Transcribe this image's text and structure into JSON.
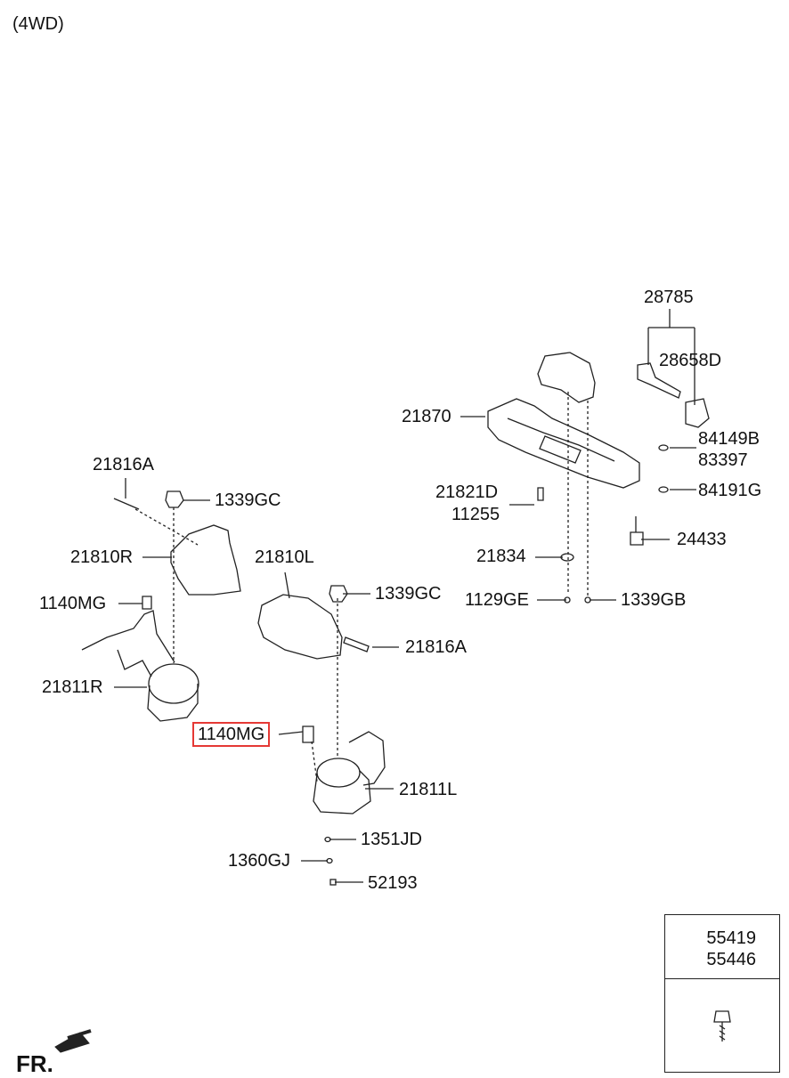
{
  "variant_label": "(4WD)",
  "front_marker": "FR.",
  "labels": {
    "p28785": "28785",
    "p28658D": "28658D",
    "p21870": "21870",
    "p84149B": "84149B",
    "p83397": "83397",
    "p84191G": "84191G",
    "p21821D": "21821D",
    "p11255": "11255",
    "p24433": "24433",
    "p21834": "21834",
    "p1129GE": "1129GE",
    "p1339GB": "1339GB",
    "p21816A_left": "21816A",
    "p1339GC_left": "1339GC",
    "p21810R": "21810R",
    "p21810L": "21810L",
    "p1339GC_mid": "1339GC",
    "p1140MG_left": "1140MG",
    "p21816A_mid": "21816A",
    "p21811R": "21811R",
    "p1140MG_highlight": "1140MG",
    "p21811L": "21811L",
    "p1351JD": "1351JD",
    "p1360GJ": "1360GJ",
    "p52193": "52193"
  },
  "legend": {
    "code1": "55419",
    "code2": "55446"
  },
  "highlight_color": "#e53935"
}
